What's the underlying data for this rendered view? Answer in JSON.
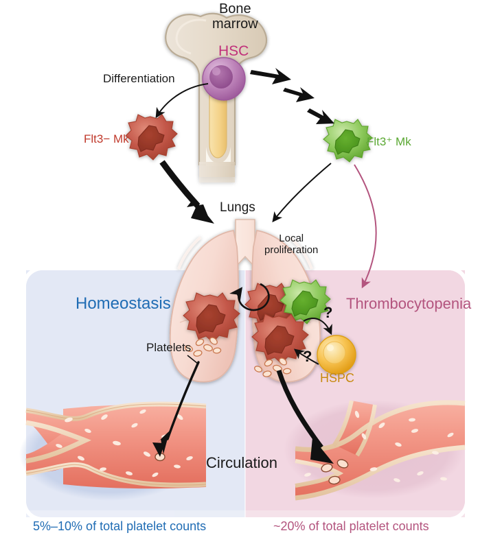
{
  "figure": {
    "title_nodes": {
      "bone_marrow": "Bone\nmarrow",
      "hsc": "HSC",
      "differentiation": "Differentiation",
      "flt3_neg_mk": "Flt3− Mk",
      "flt3_pos_mk": "Flt3⁺ Mk",
      "lungs": "Lungs",
      "local_proliferation": "Local\nproliferation",
      "platelets": "Platelets",
      "hspc": "HSPC",
      "circulation": "Circulation",
      "question_upper": "?",
      "question_lower": "?"
    },
    "panels": [
      {
        "id": "homeostasis",
        "title": "Homeostasis",
        "footer": "5%–10% of total platelet counts",
        "bg_color": "#e3e8f5",
        "text_color": "#1f6cb4"
      },
      {
        "id": "thrombocytopenia",
        "title": "Thrombocytopenia",
        "footer": "~20% of total platelet counts",
        "bg_color": "#f2d7e2",
        "text_color": "#b3547e"
      }
    ],
    "colors": {
      "flt3_neg_label": "#c0392b",
      "flt3_pos_label": "#5aa832",
      "hsc_label": "#c0317a",
      "hspc_label": "#c78a10",
      "mk_red": "#c4584a",
      "mk_red_dark": "#9e3a2e",
      "mk_green": "#7cc24a",
      "mk_green_dark": "#4f9c24",
      "hsc_purple": "#b579b0",
      "hsc_purple_dark": "#9d5a9c",
      "hspc_gold": "#f5b93c",
      "bone": "#e8ddd0",
      "marrow_yellow": "#f5d98f",
      "lung_pink": "#f7ded7",
      "vessel_red": "#ef8a7b",
      "vessel_wall": "#e8cdb0",
      "arrow_black": "#111111",
      "arrow_pink": "#b3547e"
    }
  }
}
